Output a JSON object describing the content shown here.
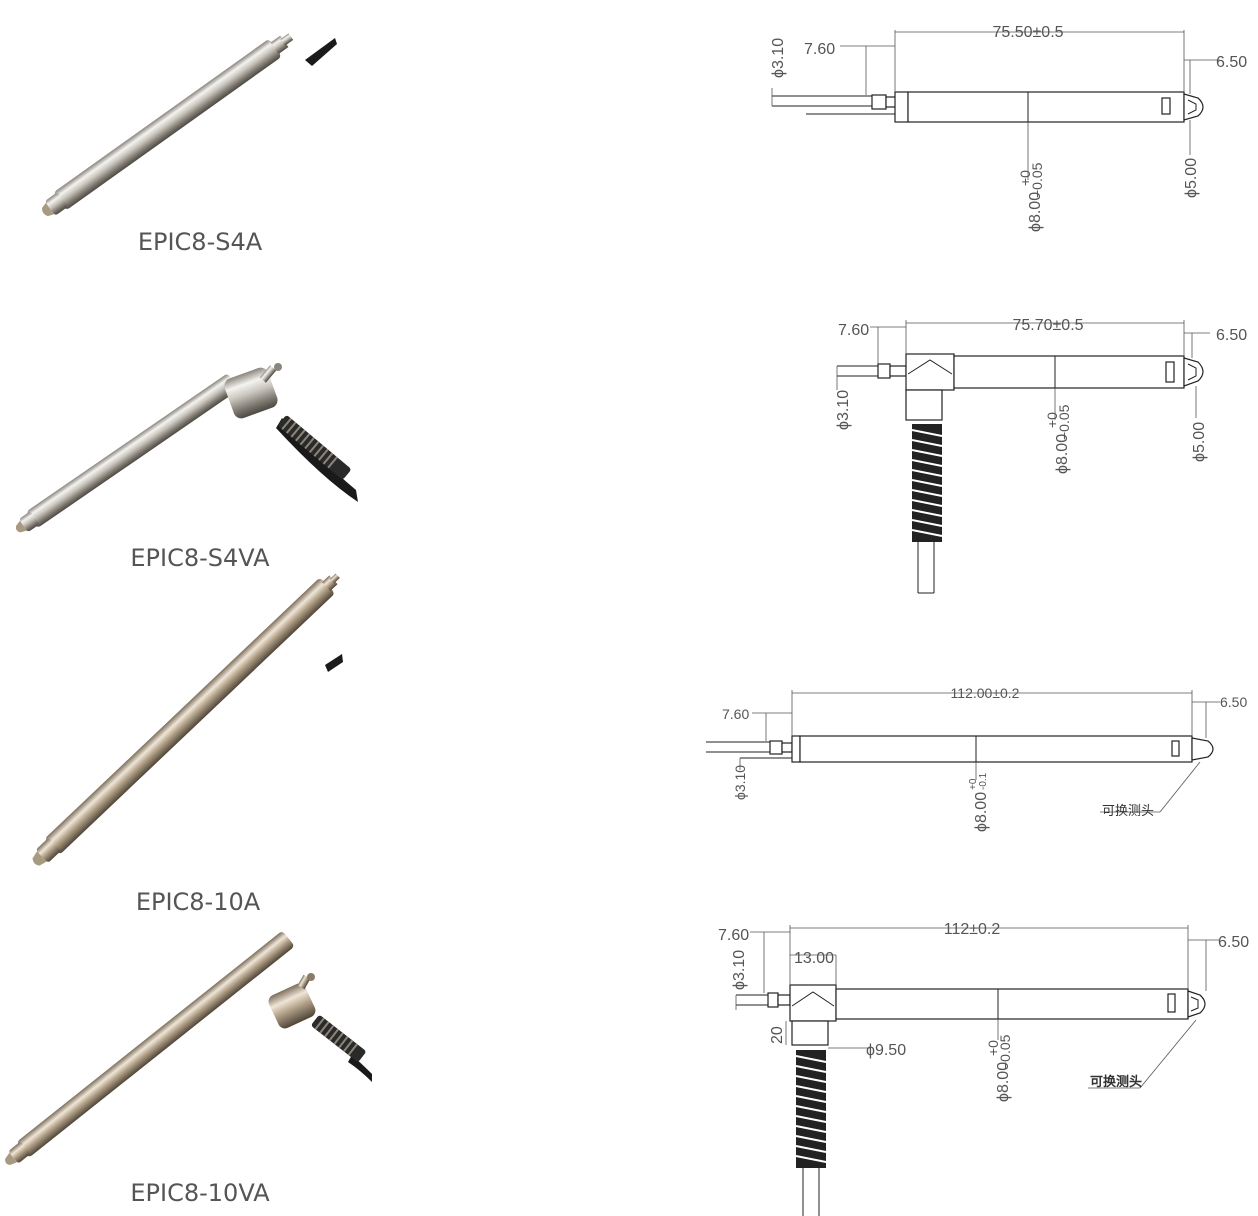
{
  "products": [
    {
      "name": "EPIC8-S4A",
      "dims": {
        "length": "75.50±0.5",
        "cable_offset": "7.60",
        "tip": "6.50",
        "cable_dia": "ϕ3.10",
        "tip_dia": "ϕ5.00",
        "body_dia": "ϕ8.00",
        "tol_upper": "+0",
        "tol_lower": "−0.05"
      }
    },
    {
      "name": "EPIC8-S4VA",
      "dims": {
        "length": "75.70±0.5",
        "cable_offset": "7.60",
        "tip": "6.50",
        "cable_dia": "ϕ3.10",
        "tip_dia": "ϕ5.00",
        "body_dia": "ϕ8.00",
        "tol_upper": "+0",
        "tol_lower": "−0.05"
      }
    },
    {
      "name": "EPIC8-10A",
      "dims": {
        "length": "112.00±0.2",
        "cable_offset": "7.60",
        "tip": "6.50",
        "cable_dia": "ϕ3.10",
        "body_dia": "ϕ8.00",
        "tol_upper": "+0",
        "tol_lower": "-0.1",
        "tip_note": "可换测头"
      }
    },
    {
      "name": "EPIC8-10VA",
      "dims": {
        "length": "112±0.2",
        "cable_offset": "7.60",
        "elbow": "13.00",
        "tip": "6.50",
        "cable_dia": "ϕ3.10",
        "height": "20",
        "spring_dia": "ϕ9.50",
        "body_dia": "ϕ8.00",
        "tol_upper": "+0",
        "tol_lower": "−0.05",
        "tip_note": "可换测头"
      }
    }
  ],
  "colors": {
    "metal_light": "#e8e8e6",
    "metal_dark": "#6e6a64",
    "cable": "#1a1a1a",
    "text": "#555555"
  }
}
